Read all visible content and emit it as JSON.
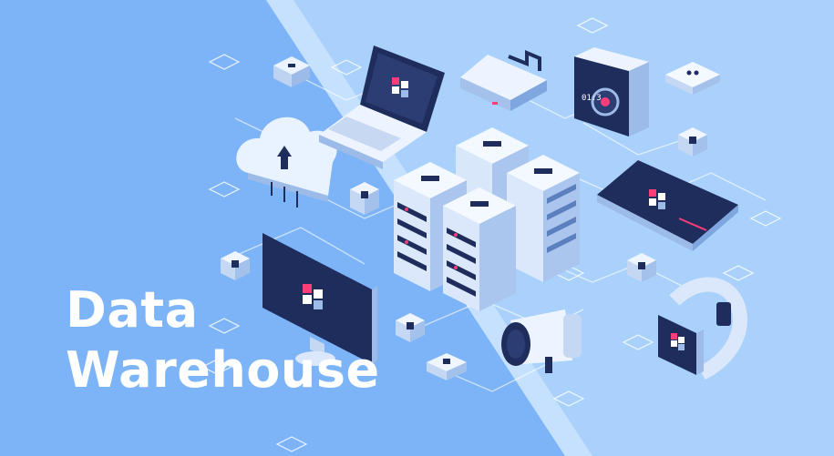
{
  "banner": {
    "title_line1": "Data",
    "title_line2": "Warehouse"
  },
  "devices": {
    "camera_display": "01:3"
  },
  "colors": {
    "background_left": "#7cb4f7",
    "background_right": "#a9d1fb",
    "stripe": "#cfe6fe",
    "server_body": "#f2f7ff",
    "server_dark": "#1f2d5c",
    "accent_pink": "#ff3d78",
    "text": "#ffffff"
  }
}
